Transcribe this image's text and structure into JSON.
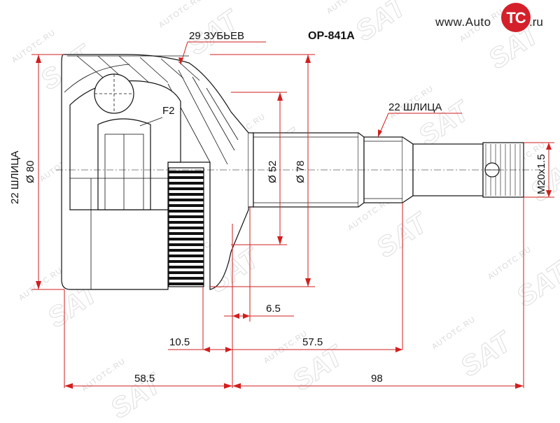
{
  "diagram": {
    "part_number": "OP-841A",
    "labels": {
      "teeth": "29 ЗУБЬЕВ",
      "outer_splines": "22 ШЛИЦА",
      "inner_splines": "22 ШЛИЦА",
      "f2": "F2",
      "thread": "M20x1.5"
    },
    "diameters": {
      "body": "Ø 80",
      "shaft": "Ø 52",
      "abs_ring": "Ø 78"
    },
    "dimensions": {
      "d_6_5": "6.5",
      "d_10_5": "10.5",
      "d_57_5": "57.5",
      "d_58_5": "58.5",
      "d_98": "98"
    }
  },
  "branding": {
    "site_prefix": "www.Auto",
    "site_logo": "TC",
    "site_suffix": ".ru",
    "watermark_text": "AUTOTC.RU",
    "watermark_mark": "SAT"
  },
  "colors": {
    "dimension_line": "#d21e1e",
    "logo_red": "#d4202a",
    "watermark": "#d9d9d9"
  }
}
